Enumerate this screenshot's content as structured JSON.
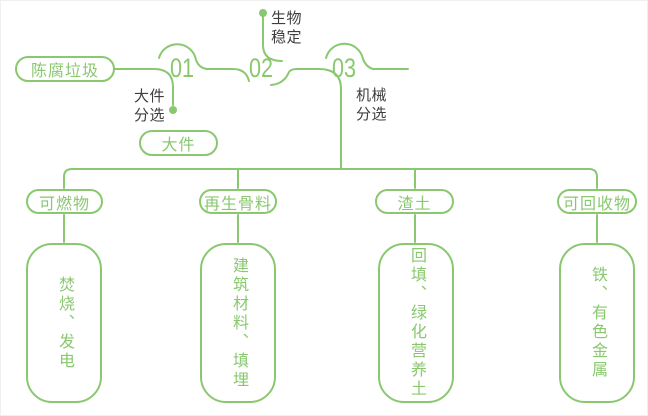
{
  "diagram": {
    "title_semantic": "aged-waste-sorting-flow",
    "source": {
      "label": "陈腐垃圾"
    },
    "stages": [
      {
        "number": "01",
        "process_label": "大件\n分选",
        "output": "大件"
      },
      {
        "number": "02",
        "process_label": "生物\n稳定"
      },
      {
        "number": "03",
        "process_label": "机械\n分选"
      }
    ],
    "branches": [
      {
        "category": "可燃物",
        "detail": "焚烧、发电"
      },
      {
        "category": "再生骨料",
        "detail": "建筑材料、填埋"
      },
      {
        "category": "渣土",
        "detail": "回填、绿化营养土"
      },
      {
        "category": "可回收物",
        "detail": "铁、有色金属"
      }
    ]
  },
  "colors": {
    "accent_green": "#8ac870",
    "label_dark": "#3e3e3e",
    "background": "#ffffff"
  }
}
